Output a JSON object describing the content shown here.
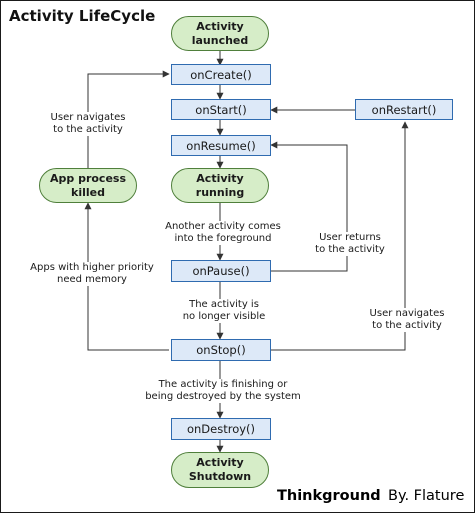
{
  "title": "Activity LifeCycle",
  "nodes": {
    "launched": "Activity\nlaunched",
    "onCreate": "onCreate()",
    "onStart": "onStart()",
    "onRestart": "onRestart()",
    "onResume": "onResume()",
    "killed": "App process\nkilled",
    "running": "Activity\nrunning",
    "onPause": "onPause()",
    "onStop": "onStop()",
    "onDestroy": "onDestroy()",
    "shutdown": "Activity\nShutdown"
  },
  "labels": {
    "navigate_to_activity": "User navigates\nto the activity",
    "another_activity": "Another activity comes\ninto the foreground",
    "user_returns": "User returns\nto the activity",
    "higher_priority": "Apps with higher priority\nneed memory",
    "no_longer_visible": "The activity is\nno longer visible",
    "navigate_to_activity_2": "User navigates\nto the activity",
    "finishing": "The activity is finishing or\nbeing destroyed by the system"
  },
  "credit": {
    "brand": "Thinkground",
    "author": "By. Flature"
  },
  "colors": {
    "method_fill": "#dde9f8",
    "method_border": "#2f6bb0",
    "state_fill": "#d6edc8",
    "state_border": "#4f7f3b",
    "line": "#333333"
  }
}
